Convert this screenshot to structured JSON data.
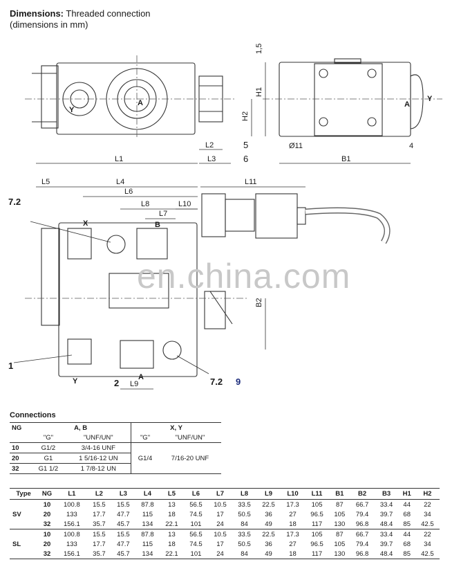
{
  "heading": {
    "title_bold": "Dimensions:",
    "title_rest": " Threaded connection",
    "subtitle": "(dimensions in mm)"
  },
  "drawing_labels": {
    "y": "Y",
    "a": "A",
    "x": "X",
    "b": "B",
    "l1": "L1",
    "l2": "L2",
    "l3": "L3",
    "l4": "L4",
    "l5": "L5",
    "l6": "L6",
    "l7": "L7",
    "l8": "L8",
    "l9": "L9",
    "l10": "L10",
    "l11": "L11",
    "h1": "H1",
    "h2": "H2",
    "b1": "B1",
    "b2": "B2",
    "d15": "1,5",
    "d11": "Ø11",
    "d4": "4",
    "n5": "5",
    "n6": "6",
    "n72": "7.2",
    "n1": "1",
    "n2": "2",
    "n9": "9"
  },
  "watermark": "en.china.com",
  "connections": {
    "title": "Connections",
    "head": {
      "ng": "NG",
      "ab": "A, B",
      "xy": "X, Y"
    },
    "sub": {
      "g": "\"G\"",
      "unf": "\"UNF/UN\"",
      "g2": "\"G\"",
      "unf2": "\"UNF/UN\""
    },
    "rows": [
      {
        "ng": "10",
        "g": "G1/2",
        "unf": "3/4-16 UNF"
      },
      {
        "ng": "20",
        "g": "G1",
        "unf": "1 5/16-12 UN"
      },
      {
        "ng": "32",
        "g": "G1 1/2",
        "unf": "1 7/8-12 UN"
      }
    ],
    "xy_g": "G1/4",
    "xy_unf": "7/16-20 UNF"
  },
  "dimensions": {
    "columns": [
      "Type",
      "NG",
      "L1",
      "L2",
      "L3",
      "L4",
      "L5",
      "L6",
      "L7",
      "L8",
      "L9",
      "L10",
      "L11",
      "B1",
      "B2",
      "B3",
      "H1",
      "H2"
    ],
    "groups": [
      {
        "type": "SV",
        "rows": [
          [
            "10",
            "100.8",
            "15.5",
            "15.5",
            "87.8",
            "13",
            "56.5",
            "10.5",
            "33.5",
            "22.5",
            "17.3",
            "105",
            "87",
            "66.7",
            "33.4",
            "44",
            "22"
          ],
          [
            "20",
            "133",
            "17.7",
            "47.7",
            "115",
            "18",
            "74.5",
            "17",
            "50.5",
            "36",
            "27",
            "96.5",
            "105",
            "79.4",
            "39.7",
            "68",
            "34"
          ],
          [
            "32",
            "156.1",
            "35.7",
            "45.7",
            "134",
            "22.1",
            "101",
            "24",
            "84",
            "49",
            "18",
            "117",
            "130",
            "96.8",
            "48.4",
            "85",
            "42.5"
          ]
        ]
      },
      {
        "type": "SL",
        "rows": [
          [
            "10",
            "100.8",
            "15.5",
            "15.5",
            "87.8",
            "13",
            "56.5",
            "10.5",
            "33.5",
            "22.5",
            "17.3",
            "105",
            "87",
            "66.7",
            "33.4",
            "44",
            "22"
          ],
          [
            "20",
            "133",
            "17.7",
            "47.7",
            "115",
            "18",
            "74.5",
            "17",
            "50.5",
            "36",
            "27",
            "96.5",
            "105",
            "79.4",
            "39.7",
            "68",
            "34"
          ],
          [
            "32",
            "156.1",
            "35.7",
            "45.7",
            "134",
            "22.1",
            "101",
            "24",
            "84",
            "49",
            "18",
            "117",
            "130",
            "96.8",
            "48.4",
            "85",
            "42.5"
          ]
        ]
      }
    ]
  }
}
